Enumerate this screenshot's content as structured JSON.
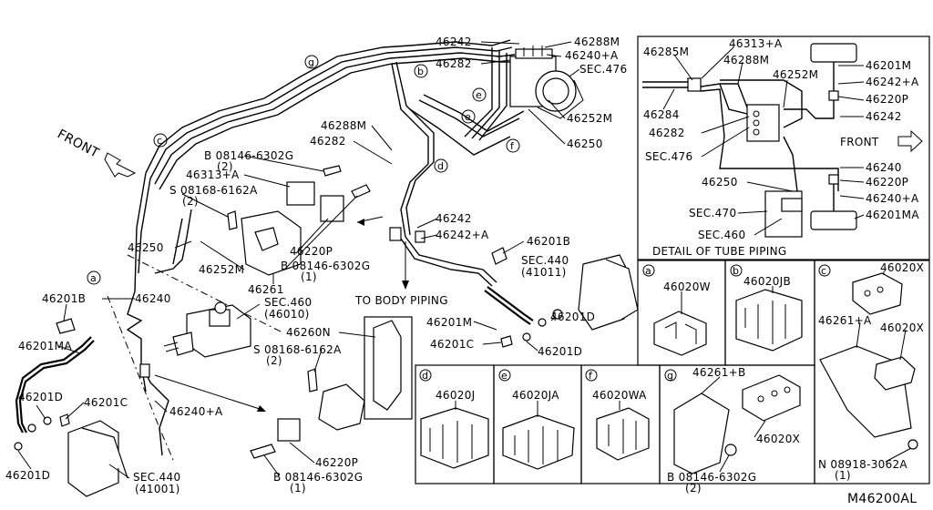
{
  "diagram_code": "M46200AL",
  "front_main": "FRONT",
  "front_detail": "FRONT",
  "detail_caption": "DETAIL OF TUBE PIPING",
  "to_body_piping": "TO BODY PIPING",
  "callouts": [
    "a",
    "b",
    "c",
    "d",
    "e",
    "f",
    "g"
  ],
  "main_labels": {
    "l46242_top": "46242",
    "l46288m_top": "46288M",
    "l46240a_top": "46240+A",
    "l46282_top": "46282",
    "sec476_top": "SEC.476",
    "l46252m_top": "46252M",
    "l46250_top": "46250",
    "l46288m_mid": "46288M",
    "l46282_mid": "46282",
    "b08146_1": "B 08146-6302G",
    "b08146_1_qty": "(2)",
    "l46313a": "46313+A",
    "s08168_1": "S 08168-6162A",
    "s08168_1_qty": "(2)",
    "l46242_mid": "46242",
    "l46242a_mid": "46242+A",
    "l46201b_right": "46201B",
    "sec440_right": "SEC.440",
    "sec440_right_sub": "(41011)",
    "l46250_left": "46250",
    "l46252m_left": "46252M",
    "l46220p_mid": "46220P",
    "b08146_2": "B 08146-6302G",
    "b08146_2_qty": "(1)",
    "l46261": "46261",
    "sec460": "SEC.460",
    "sec460_sub": "(46010)",
    "l46201m": "46201M",
    "l46201c_right": "46201C",
    "l46201d_right1": "46201D",
    "l46201d_right2": "46201D",
    "l46201b_left": "46201B",
    "l46240_left": "46240",
    "l46201ma": "46201MA",
    "l46201d_left": "46201D",
    "l46201c_left": "46201C",
    "l46201d_bottom": "46201D",
    "sec440_left": "SEC.440",
    "sec440_left_sub": "(41001)",
    "l46260n": "46260N",
    "s08168_2": "S 08168-6162A",
    "s08168_2_qty": "(2)",
    "l46240a_bottom": "46240+A",
    "l46220p_bottom": "46220P",
    "b08146_3": "B 08146-6302G",
    "b08146_3_qty": "(1)"
  },
  "detail_labels": {
    "d46285m": "46285M",
    "d46313a": "46313+A",
    "d46288m": "46288M",
    "d46252m": "46252M",
    "d46284": "46284",
    "d46282": "46282",
    "dsec476": "SEC.476",
    "d46250": "46250",
    "dsec470": "SEC.470",
    "dsec460": "SEC.460",
    "d46201m": "46201M",
    "d46242a": "46242+A",
    "d46220p_top": "46220P",
    "d46242": "46242",
    "d46240": "46240",
    "d46220p_bot": "46220P",
    "d46240a": "46240+A",
    "d46201ma": "46201MA"
  },
  "inset_labels": {
    "a_part": "46020W",
    "b_part": "46020JB",
    "c_part1": "46020X",
    "c_part2": "46261+A",
    "c_part3": "46020X",
    "c_bolt": "N 08918-3062A",
    "c_bolt_qty": "(1)",
    "d_part": "46020J",
    "e_part": "46020JA",
    "f_part": "46020WA",
    "g_part1": "46261+B",
    "g_part2": "46020X",
    "g_bolt": "B 08146-6302G",
    "g_bolt_qty": "(2)"
  }
}
